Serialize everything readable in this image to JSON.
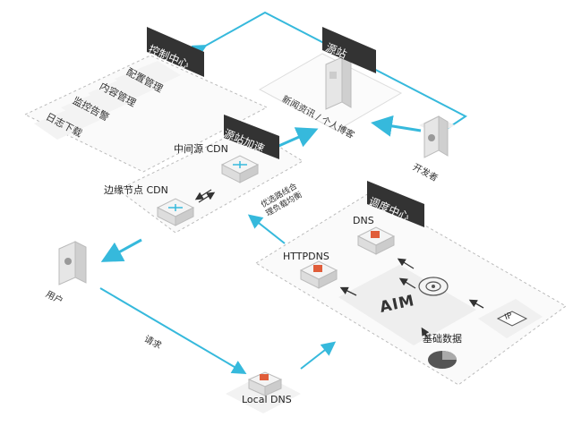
{
  "control_center": {
    "title": "控制中心",
    "items": [
      "配置管理",
      "内容管理",
      "监控告警",
      "日志下载"
    ]
  },
  "origin": {
    "title": "源站",
    "server_label": "新闻资讯 / 个人博客",
    "developer": "开发者"
  },
  "acceleration": {
    "title": "源站加速",
    "mid_cdn": "中间源 CDN",
    "edge_cdn": "边缘节点 CDN",
    "routing_note": "优选路线合\n理负载均衡"
  },
  "dispatch": {
    "title": "调度中心",
    "dns": "DNS",
    "httpdns": "HTTPDNS",
    "aim": "AIM",
    "base_data": "基础数据",
    "ip_icon_text": "IP"
  },
  "client": {
    "user": "用户",
    "request": "请求",
    "local_dns": "Local DNS"
  },
  "colors": {
    "accent": "#36b9dc",
    "dark_label_bg": "#333333",
    "server_red": "#e05d3a"
  }
}
